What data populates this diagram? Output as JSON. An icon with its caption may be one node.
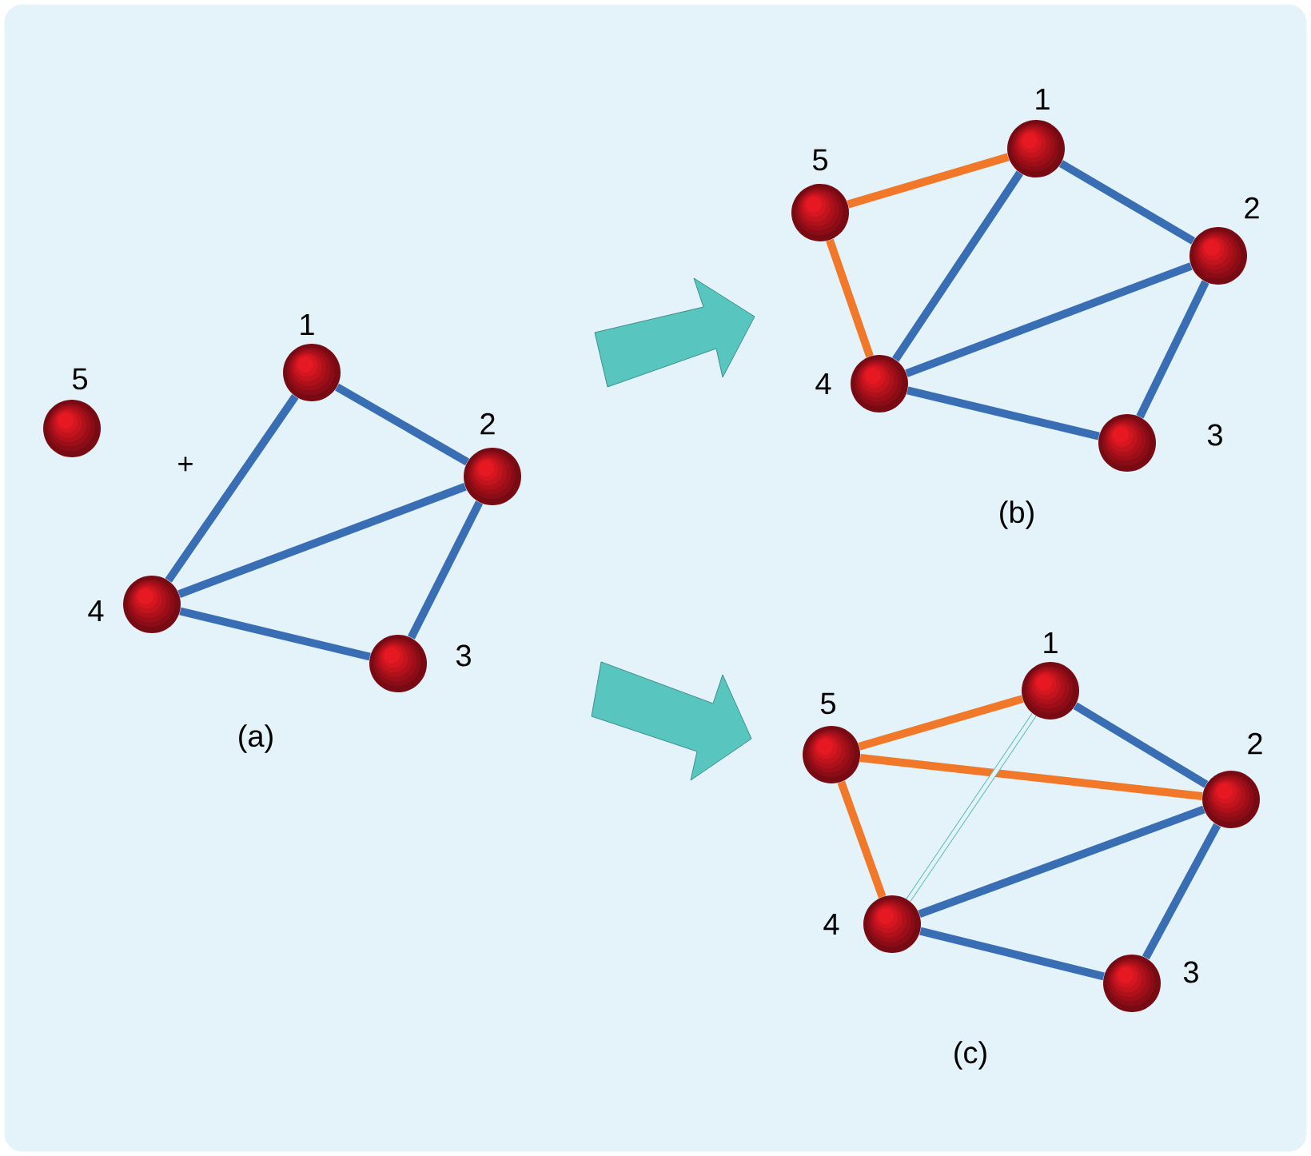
{
  "diagram": {
    "nodes": [
      {
        "text": [],
        "shape": "circle",
        "beside": [
          "1"
        ]
      },
      {
        "text": [],
        "shape": "circle",
        "beside": [
          "2"
        ]
      },
      {
        "text": [],
        "shape": "circle",
        "beside": [
          "3"
        ]
      },
      {
        "text": [],
        "shape": "circle",
        "beside": [
          "4"
        ]
      },
      {
        "text": [],
        "shape": "circle",
        "beside": [
          "5"
        ]
      },
      {
        "text": [],
        "shape": "circle",
        "beside": [
          "1"
        ]
      },
      {
        "text": [],
        "shape": "circle",
        "beside": [
          "2"
        ]
      },
      {
        "text": [],
        "shape": "circle",
        "beside": [
          "3"
        ]
      },
      {
        "text": [],
        "shape": "circle",
        "beside": [
          "4"
        ]
      },
      {
        "text": [],
        "shape": "circle",
        "beside": [
          "5"
        ]
      },
      {
        "text": [],
        "shape": "circle",
        "beside": [
          "1"
        ]
      },
      {
        "text": [],
        "shape": "circle",
        "beside": [
          "2"
        ]
      },
      {
        "text": [],
        "shape": "circle",
        "beside": [
          "3"
        ]
      },
      {
        "text": [],
        "shape": "circle",
        "beside": [
          "4"
        ]
      },
      {
        "text": [],
        "shape": "circle",
        "beside": [
          "5"
        ]
      }
    ],
    "edges": [
      {
        "from": 0,
        "to": 1,
        "arrow": "none"
      },
      {
        "from": 0,
        "to": 3,
        "arrow": "none"
      },
      {
        "from": 1,
        "to": 3,
        "arrow": "none"
      },
      {
        "from": 1,
        "to": 2,
        "arrow": "none"
      },
      {
        "from": 3,
        "to": 2,
        "arrow": "none"
      },
      {
        "from": 9,
        "to": 5,
        "arrow": "none",
        "color": "#f07828"
      },
      {
        "from": 9,
        "to": 8,
        "arrow": "none",
        "color": "#f07828"
      },
      {
        "from": 5,
        "to": 8,
        "arrow": "none"
      },
      {
        "from": 5,
        "to": 6,
        "arrow": "none"
      },
      {
        "from": 8,
        "to": 6,
        "arrow": "none"
      },
      {
        "from": 6,
        "to": 7,
        "arrow": "none"
      },
      {
        "from": 8,
        "to": 7,
        "arrow": "none"
      },
      {
        "from": 14,
        "to": 10,
        "arrow": "none",
        "color": "#f07828"
      },
      {
        "from": 14,
        "to": 11,
        "arrow": "none",
        "color": "#f07828"
      },
      {
        "from": 14,
        "to": 13,
        "arrow": "none",
        "color": "#f07828"
      },
      {
        "from": 13,
        "to": 10,
        "arrow": "none",
        "color": "#5ab8b8"
      },
      {
        "from": 10,
        "to": 11,
        "arrow": "none"
      },
      {
        "from": 13,
        "to": 11,
        "arrow": "none"
      },
      {
        "from": 11,
        "to": 12,
        "arrow": "none"
      },
      {
        "from": 13,
        "to": 12,
        "arrow": "none"
      }
    ],
    "labels": [
      "+",
      "(a)",
      "(b)",
      "(c)"
    ]
  }
}
